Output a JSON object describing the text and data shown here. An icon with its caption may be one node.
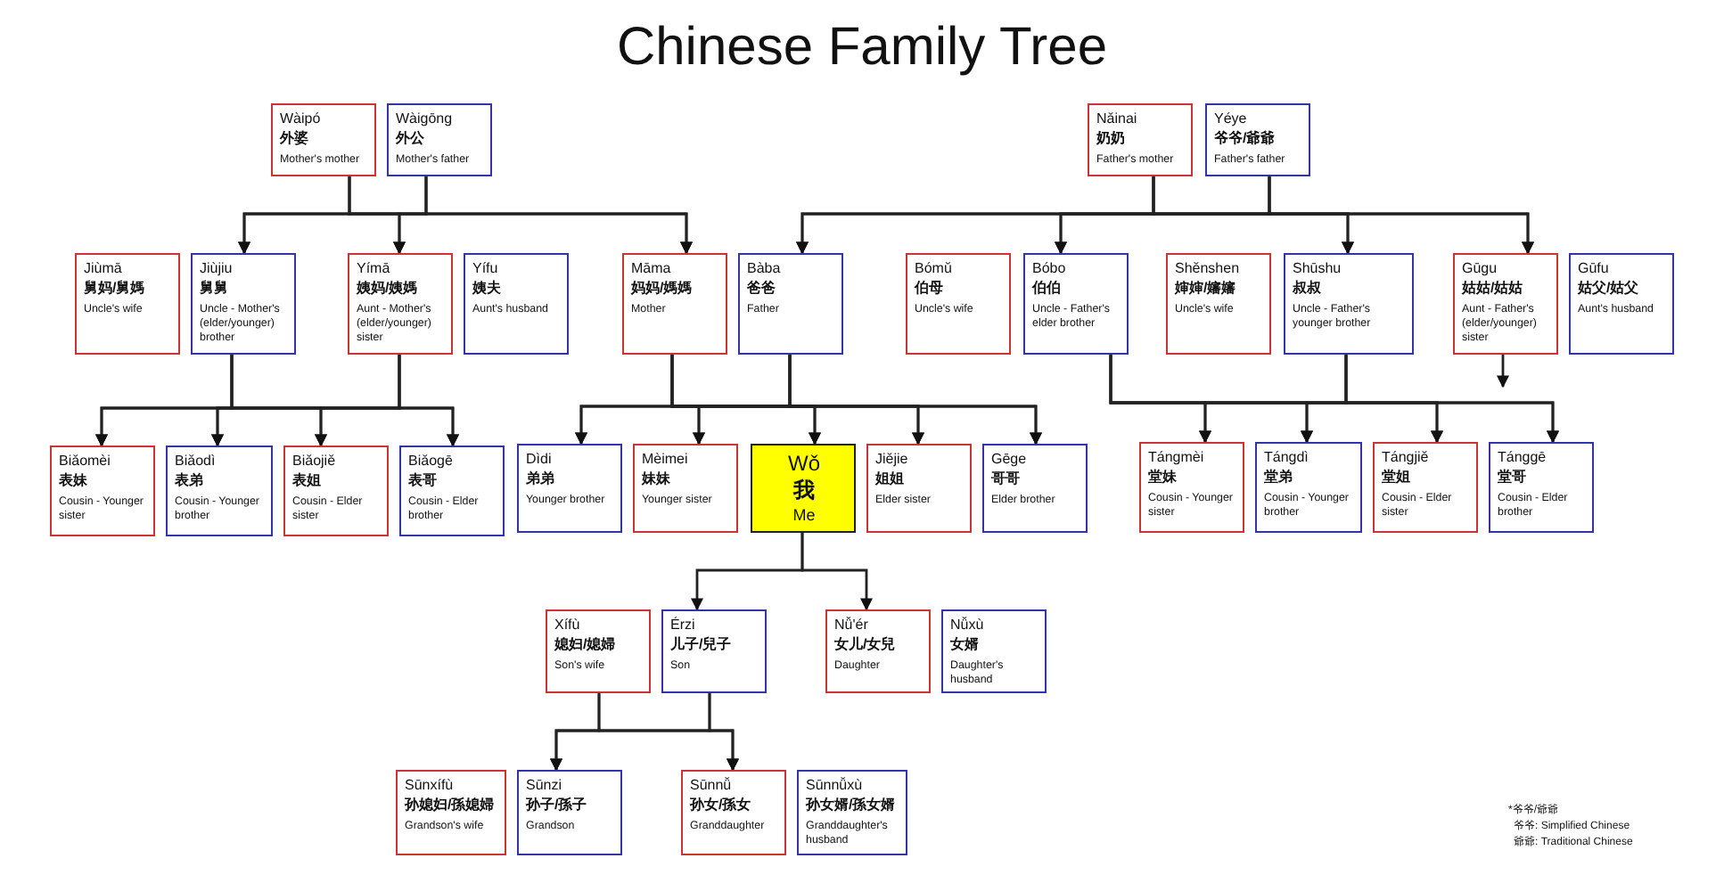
{
  "diagram": {
    "title": "Chinese Family Tree",
    "nodes": [
      {
        "text": [
          "Wàipó",
          "外婆",
          "Mother's mother"
        ]
      },
      {
        "text": [
          "Wàigōng",
          "外公",
          "Mother's father"
        ]
      },
      {
        "text": [
          "Nǎinai",
          "奶奶",
          "Father's mother"
        ]
      },
      {
        "text": [
          "Yéye",
          "爷爷/爺爺",
          "Father's father"
        ]
      },
      {
        "text": [
          "Jiùmā",
          "舅妈/舅媽",
          "Uncle's wife"
        ]
      },
      {
        "text": [
          "Jiùjiu",
          "舅舅",
          "Uncle - Mother's (elder/younger) brother"
        ]
      },
      {
        "text": [
          "Yímā",
          "姨妈/姨媽",
          "Aunt - Mother's (elder/younger) sister"
        ]
      },
      {
        "text": [
          "Yífu",
          "姨夫",
          "Aunt's husband"
        ]
      },
      {
        "text": [
          "Māma",
          "妈妈/媽媽",
          "Mother"
        ]
      },
      {
        "text": [
          "Bàba",
          "爸爸",
          "Father"
        ]
      },
      {
        "text": [
          "Bómǔ",
          "伯母",
          "Uncle's wife"
        ]
      },
      {
        "text": [
          "Bóbo",
          "伯伯",
          "Uncle - Father's elder brother"
        ]
      },
      {
        "text": [
          "Shěnshen",
          "婶婶/嬸嬸",
          "Uncle's wife"
        ]
      },
      {
        "text": [
          "Shūshu",
          "叔叔",
          "Uncle - Father's younger brother"
        ]
      },
      {
        "text": [
          "Gūgu",
          "姑姑/姑姑",
          "Aunt - Father's (elder/younger) sister"
        ]
      },
      {
        "text": [
          "Gūfu",
          "姑父/姑父",
          "Aunt's husband"
        ]
      },
      {
        "text": [
          "Biǎomèi",
          "表妹",
          "Cousin - Younger sister"
        ]
      },
      {
        "text": [
          "Biǎodì",
          "表弟",
          "Cousin - Younger brother"
        ]
      },
      {
        "text": [
          "Biǎojiě",
          "表姐",
          "Cousin - Elder sister"
        ]
      },
      {
        "text": [
          "Biǎogē",
          "表哥",
          "Cousin - Elder brother"
        ]
      },
      {
        "text": [
          "Dìdi",
          "弟弟",
          "Younger brother"
        ]
      },
      {
        "text": [
          "Mèimei",
          "妹妹",
          "Younger sister"
        ]
      },
      {
        "text": [
          "Wǒ",
          "我",
          "Me"
        ]
      },
      {
        "text": [
          "Jiějie",
          "姐姐",
          "Elder sister"
        ]
      },
      {
        "text": [
          "Gēge",
          "哥哥",
          "Elder brother"
        ]
      },
      {
        "text": [
          "Tángmèi",
          "堂妹",
          "Cousin - Younger sister"
        ]
      },
      {
        "text": [
          "Tángdì",
          "堂弟",
          "Cousin - Younger brother"
        ]
      },
      {
        "text": [
          "Tángjiě",
          "堂姐",
          "Cousin - Elder sister"
        ]
      },
      {
        "text": [
          "Tánggē",
          "堂哥",
          "Cousin - Elder brother"
        ]
      },
      {
        "text": [
          "Xífù",
          "媳妇/媳婦",
          "Son's wife"
        ]
      },
      {
        "text": [
          "Érzi",
          "儿子/兒子",
          "Son"
        ]
      },
      {
        "text": [
          "Nǚ'ér",
          "女儿/女兒",
          "Daughter"
        ]
      },
      {
        "text": [
          "Nǚxù",
          "女婿",
          "Daughter's husband"
        ]
      },
      {
        "text": [
          "Sūnxífù",
          "孙媳妇/孫媳婦",
          "Grandson's wife"
        ]
      },
      {
        "text": [
          "Sūnzi",
          "孙子/孫子",
          "Grandson"
        ]
      },
      {
        "text": [
          "Sūnnǚ",
          "孙女/孫女",
          "Granddaughter"
        ]
      },
      {
        "text": [
          "Sūnnǚxù",
          "孙女婿/孫女婿",
          "Granddaughter's husband"
        ]
      }
    ],
    "edges": [
      {
        "from": 0,
        "to": 5,
        "arrow": "to"
      },
      {
        "from": 0,
        "to": 6,
        "arrow": "to"
      },
      {
        "from": 0,
        "to": 8,
        "arrow": "to"
      },
      {
        "from": 1,
        "to": 5,
        "arrow": "to"
      },
      {
        "from": 1,
        "to": 6,
        "arrow": "to"
      },
      {
        "from": 1,
        "to": 8,
        "arrow": "to"
      },
      {
        "from": 2,
        "to": 9,
        "arrow": "to"
      },
      {
        "from": 2,
        "to": 11,
        "arrow": "to"
      },
      {
        "from": 2,
        "to": 13,
        "arrow": "to"
      },
      {
        "from": 2,
        "to": 14,
        "arrow": "to"
      },
      {
        "from": 3,
        "to": 9,
        "arrow": "to"
      },
      {
        "from": 3,
        "to": 11,
        "arrow": "to"
      },
      {
        "from": 3,
        "to": 13,
        "arrow": "to"
      },
      {
        "from": 3,
        "to": 14,
        "arrow": "to"
      },
      {
        "from": 5,
        "to": 16,
        "arrow": "to"
      },
      {
        "from": 5,
        "to": 17,
        "arrow": "to"
      },
      {
        "from": 5,
        "to": 18,
        "arrow": "to"
      },
      {
        "from": 5,
        "to": 19,
        "arrow": "to"
      },
      {
        "from": 6,
        "to": 16,
        "arrow": "to"
      },
      {
        "from": 6,
        "to": 17,
        "arrow": "to"
      },
      {
        "from": 6,
        "to": 18,
        "arrow": "to"
      },
      {
        "from": 6,
        "to": 19,
        "arrow": "to"
      },
      {
        "from": 8,
        "to": 20,
        "arrow": "to"
      },
      {
        "from": 8,
        "to": 21,
        "arrow": "to"
      },
      {
        "from": 8,
        "to": 22,
        "arrow": "to"
      },
      {
        "from": 8,
        "to": 23,
        "arrow": "to"
      },
      {
        "from": 8,
        "to": 24,
        "arrow": "to"
      },
      {
        "from": 9,
        "to": 20,
        "arrow": "to"
      },
      {
        "from": 9,
        "to": 21,
        "arrow": "to"
      },
      {
        "from": 9,
        "to": 22,
        "arrow": "to"
      },
      {
        "from": 9,
        "to": 23,
        "arrow": "to"
      },
      {
        "from": 9,
        "to": 24,
        "arrow": "to"
      },
      {
        "from": 11,
        "to": 25,
        "arrow": "to"
      },
      {
        "from": 11,
        "to": 26,
        "arrow": "to"
      },
      {
        "from": 11,
        "to": 27,
        "arrow": "to"
      },
      {
        "from": 11,
        "to": 28,
        "arrow": "to"
      },
      {
        "from": 13,
        "to": 25,
        "arrow": "to"
      },
      {
        "from": 13,
        "to": 26,
        "arrow": "to"
      },
      {
        "from": 13,
        "to": 27,
        "arrow": "to"
      },
      {
        "from": 13,
        "to": 28,
        "arrow": "to"
      },
      {
        "from": 14,
        "to": null,
        "arrow": "to"
      },
      {
        "from": 22,
        "to": 30,
        "arrow": "to"
      },
      {
        "from": 22,
        "to": 31,
        "arrow": "to"
      },
      {
        "from": 29,
        "to": 34,
        "arrow": "to"
      },
      {
        "from": 29,
        "to": 35,
        "arrow": "to"
      },
      {
        "from": 30,
        "to": 34,
        "arrow": "to"
      },
      {
        "from": 30,
        "to": 35,
        "arrow": "to"
      }
    ],
    "labels": [
      "*爷爷/爺爺",
      "爷爷: Simplified Chinese",
      "爺爺: Traditional Chinese"
    ]
  }
}
